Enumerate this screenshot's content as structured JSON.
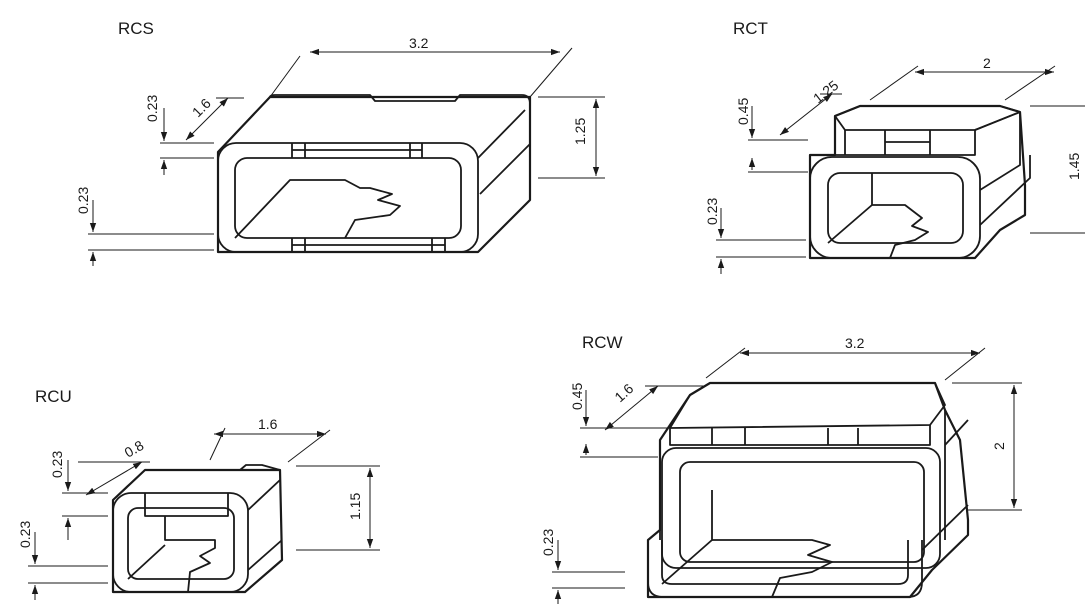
{
  "parts": {
    "rcs": {
      "name": "RCS",
      "length": "3.2",
      "width": "1.6",
      "height": "1.25",
      "top_term": "0.23",
      "bot_term": "0.23"
    },
    "rct": {
      "name": "RCT",
      "length": "2",
      "width": "1.25",
      "height": "1.45",
      "top_term": "0.45",
      "bot_term": "0.23"
    },
    "rcu": {
      "name": "RCU",
      "length": "1.6",
      "width": "0.8",
      "height": "1.15",
      "top_term": "0.23",
      "bot_term": "0.23"
    },
    "rcw": {
      "name": "RCW",
      "length": "3.2",
      "width": "1.6",
      "height": "2",
      "top_term": "0.45",
      "bot_term": "0.23"
    }
  },
  "colors": {
    "line": "#1a1a1a",
    "background": "#ffffff"
  }
}
